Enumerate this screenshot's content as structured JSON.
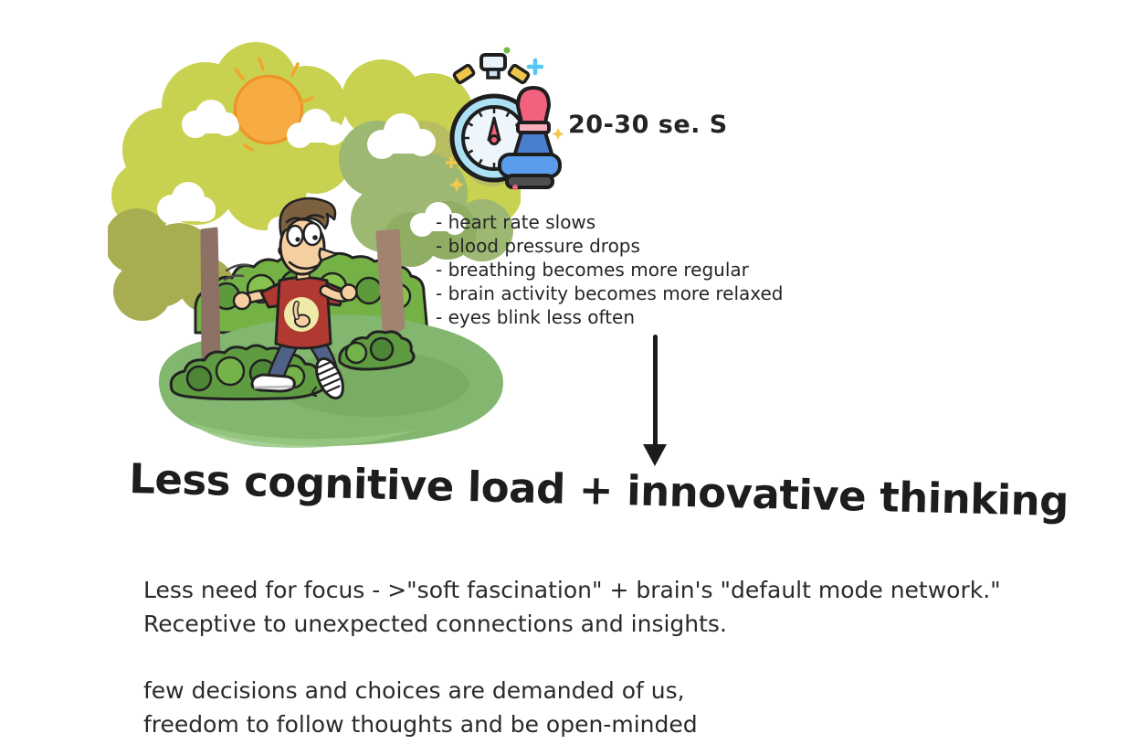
{
  "timer": {
    "label": "20-30 se. S"
  },
  "effects": {
    "items": [
      "- heart rate slows",
      "- blood pressure drops",
      "- breathing becomes more regular",
      "- brain activity becomes more relaxed",
      "- eyes blink less often"
    ]
  },
  "heading": {
    "text": "Less cognitive load + innovative thinking"
  },
  "insight": {
    "line1": "Less need for focus - >\"soft fascination\" + brain's \"default mode network.\"",
    "line2": "Receptive to unexpected connections and insights."
  },
  "freedom": {
    "line1": "few decisions and choices are demanded of us,",
    "line2": "freedom to follow thoughts and be open-minded"
  },
  "icons": {
    "timer_icon": "stopwatch-with-stamp-icon",
    "arrow": "down-arrow"
  },
  "colors": {
    "ink": "#252525",
    "tree_bright": "#c9d150",
    "tree_olive": "#a9ad52",
    "tree_sage": "#9cb873",
    "trunk": "#8d7164",
    "ground": "#83b66e",
    "hedge": "#74b246",
    "bush_dark": "#4d8636",
    "sun": "#f6ac42",
    "shirt": "#b03a31",
    "jeans": "#4f6388",
    "skin": "#f5cfa0",
    "watch_ring": "#ace0f3",
    "stamp_pink": "#f4617e",
    "stamp_blue": "#5b9ded",
    "button_yellow": "#f0c64a"
  }
}
